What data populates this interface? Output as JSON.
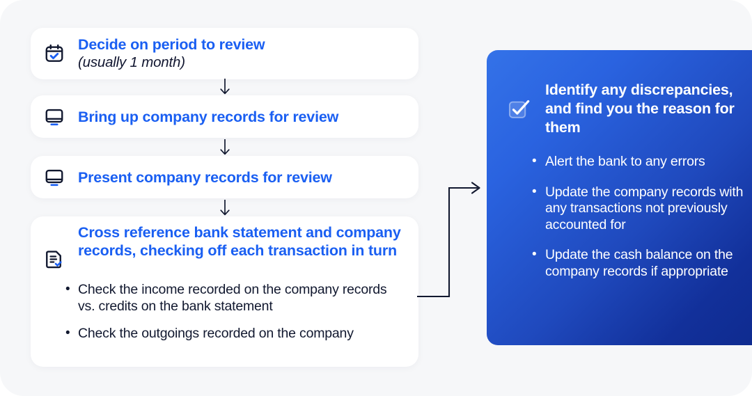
{
  "colors": {
    "accent_blue": "#1a5ff2",
    "text_dark": "#11182f",
    "card_bg": "#ffffff",
    "canvas_bg": "#f6f7f9",
    "panel_gradient_from": "#3472e8",
    "panel_gradient_to": "#0e2a8e",
    "panel_text": "#ffffff"
  },
  "flow": {
    "steps": [
      {
        "icon": "calendar-check-icon",
        "title": "Decide on period to review",
        "subtitle": "(usually 1 month)"
      },
      {
        "icon": "monitor-icon",
        "title": "Bring up company records for review"
      },
      {
        "icon": "monitor-icon",
        "title": "Present company records for review"
      },
      {
        "icon": "document-check-icon",
        "title": "Cross reference bank statement and company records, checking off each transaction in turn",
        "bullets": [
          "Check the income recorded on the company records vs. credits on the bank statement",
          "Check the outgoings recorded on the company"
        ]
      }
    ],
    "connector_arrow_down": "arrow-down-icon",
    "connector_elbow": "elbow-arrow-right-icon"
  },
  "panel": {
    "icon": "checkbox-checked-icon",
    "title": "Identify any discrepancies, and find you the reason for them",
    "bullets": [
      "Alert the bank to any errors",
      "Update the company records with any transactions not previously accounted for",
      "Update the cash balance on the company records if appropriate"
    ]
  }
}
